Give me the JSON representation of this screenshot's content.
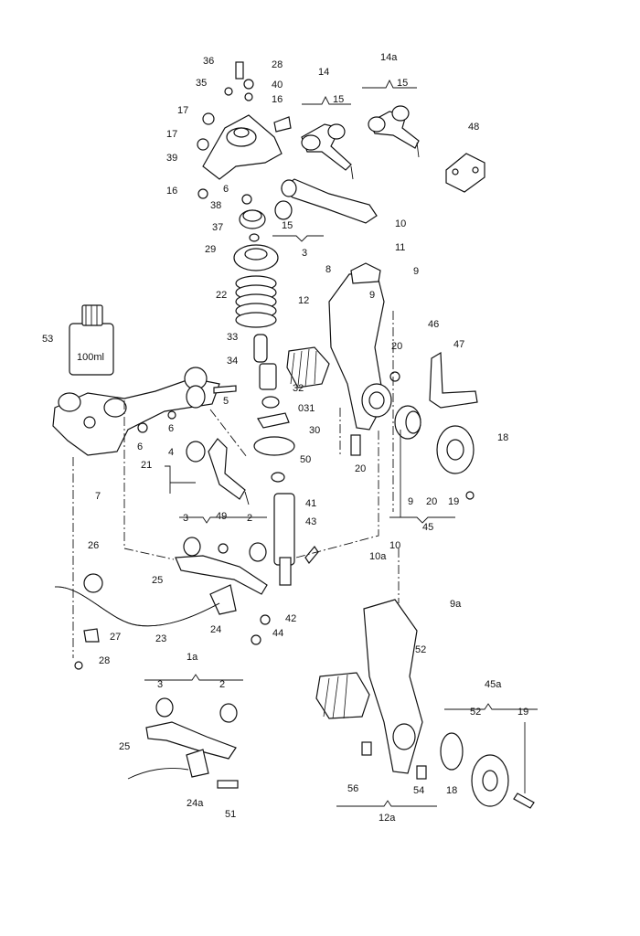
{
  "labels": {
    "l36": "36",
    "l28": "28",
    "l35": "35",
    "l40": "40",
    "l16a": "16",
    "l14": "14",
    "l14a": "14a",
    "l15a": "15",
    "l15b": "15",
    "l17a": "17",
    "l17b": "17",
    "l39": "39",
    "l48": "48",
    "l6a": "6",
    "l16b": "16",
    "l38": "38",
    "l15c": "15",
    "l37": "37",
    "l3a": "3",
    "l10a": "10",
    "l29": "29",
    "l11": "11",
    "l8": "8",
    "l9a": "9",
    "l22": "22",
    "l12": "12",
    "l9b": "9",
    "l46": "46",
    "l53": "53",
    "bottle": "100ml",
    "l33": "33",
    "l20a": "20",
    "l47": "47",
    "l34": "34",
    "l5": "5",
    "l32": "32",
    "l031": "031",
    "l6b": "6",
    "l6c": "6",
    "l30": "30",
    "l18a": "18",
    "l4": "4",
    "l21": "21",
    "l50": "50",
    "l20b": "20",
    "l7": "7",
    "l41": "41",
    "l9c": "9",
    "l20c": "20",
    "l19a": "19",
    "l3b": "3",
    "l49": "49",
    "l2a": "2",
    "l43": "43",
    "l45": "45",
    "l26": "26",
    "l10b": "10",
    "l10c": "10a",
    "l25a": "25",
    "l9d": "9a",
    "l42": "42",
    "l24": "24",
    "l44": "44",
    "l52a": "52",
    "l27": "27",
    "l23": "23",
    "l28b": "28",
    "l1a": "1a",
    "l3c": "3",
    "l2b": "2",
    "l45a": "45a",
    "l52b": "52",
    "l19b": "19",
    "l25b": "25",
    "l56": "56",
    "l54": "54",
    "l18b": "18",
    "l24a": "24a",
    "l51": "51",
    "l12a": "12a"
  }
}
